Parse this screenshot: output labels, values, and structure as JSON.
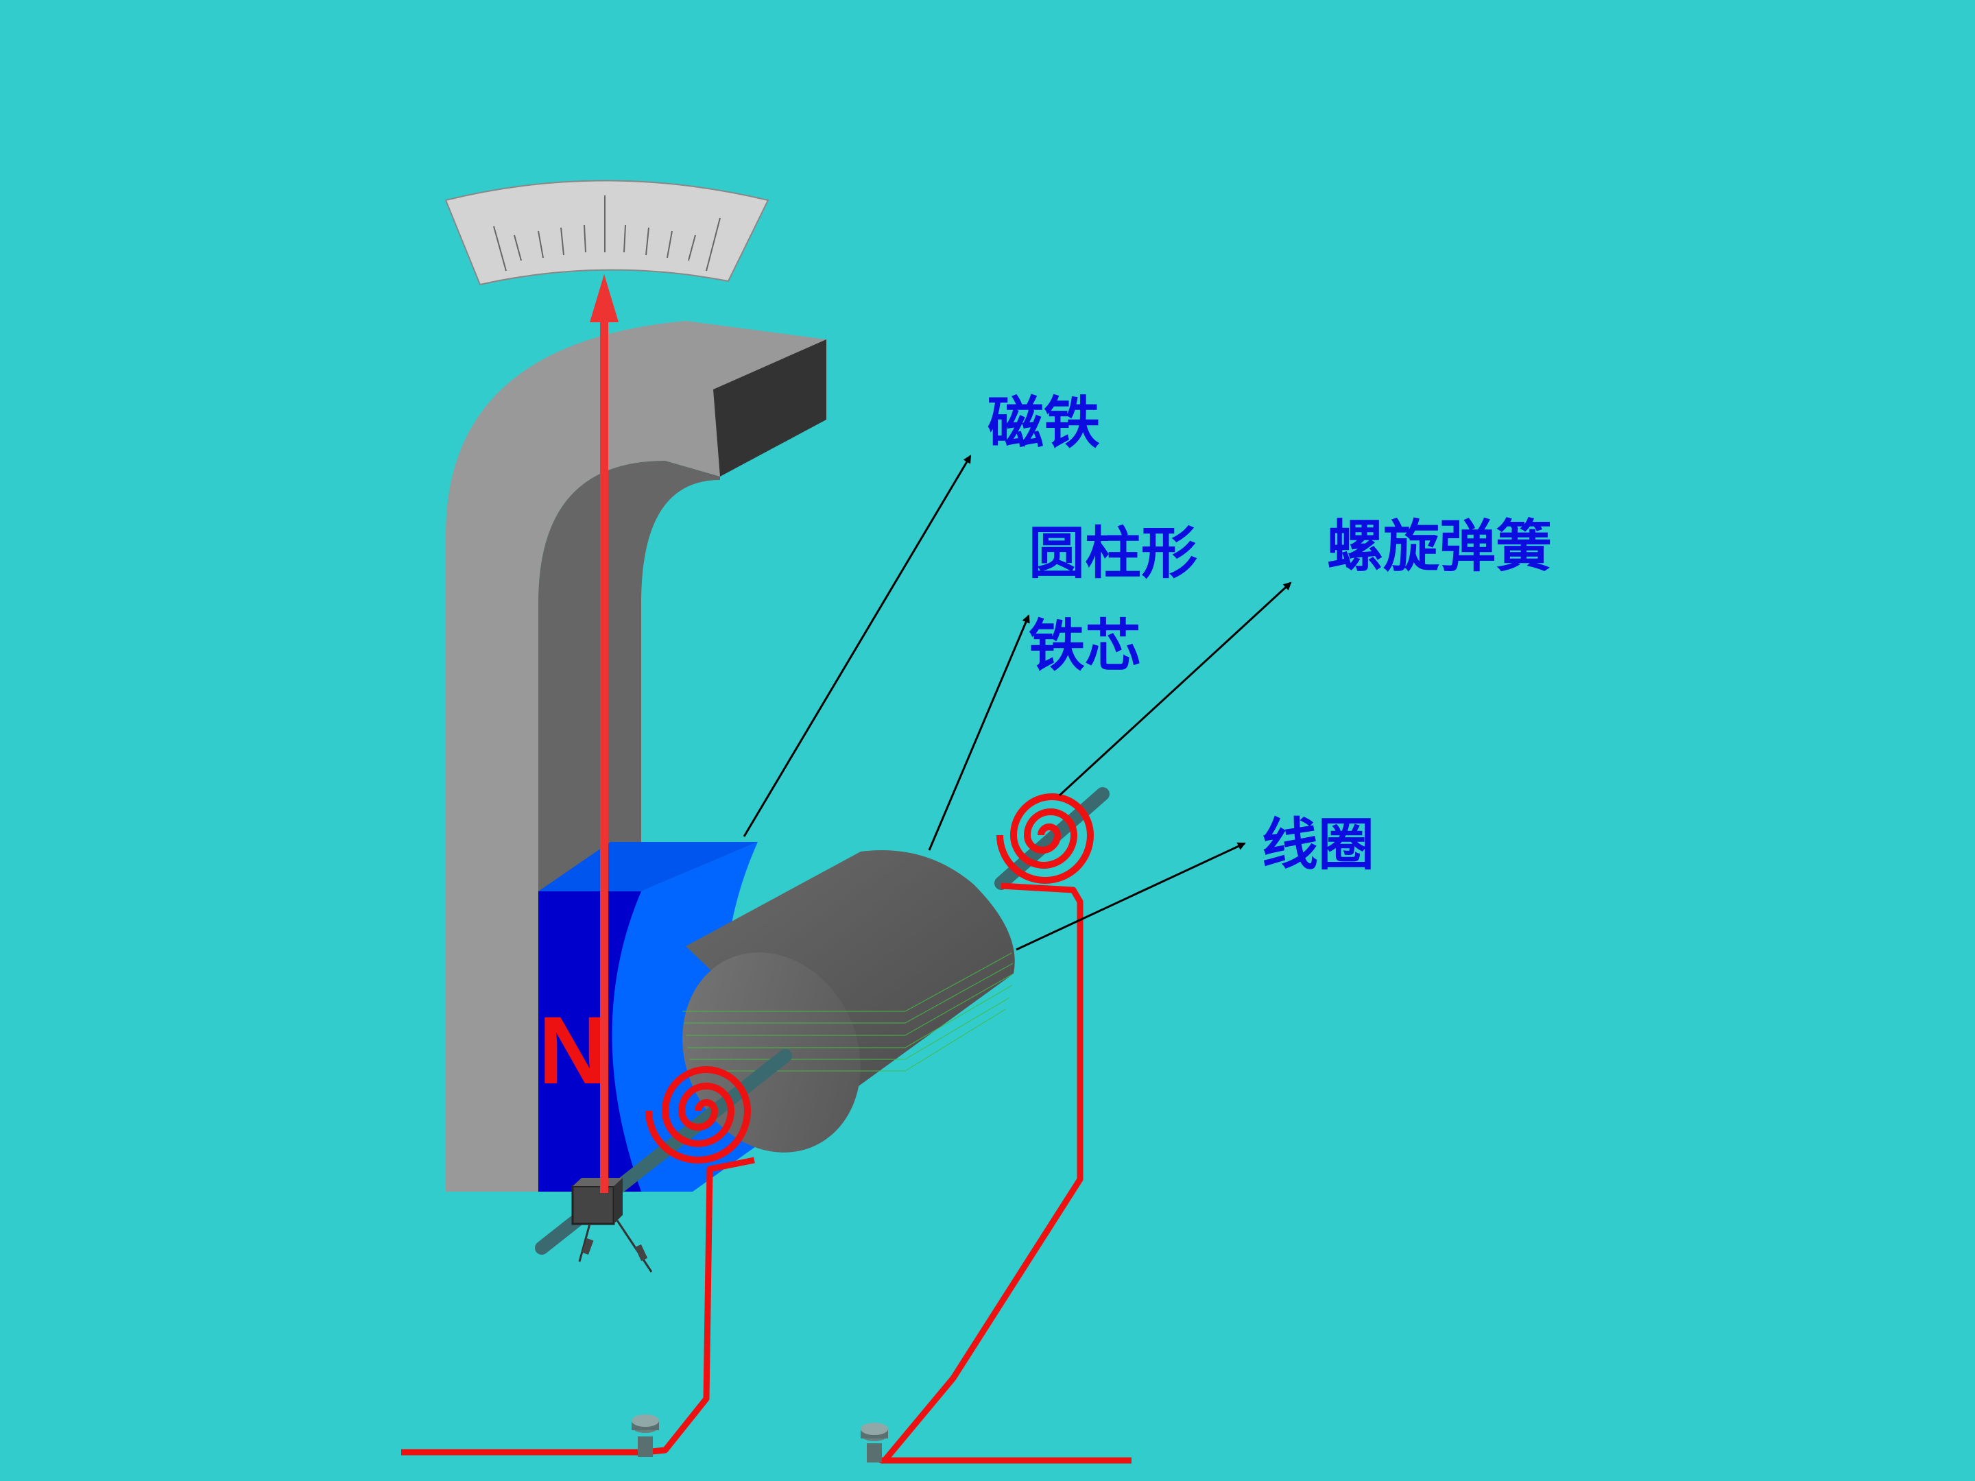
{
  "labels": {
    "magnet": "磁铁",
    "core_line1": "圆柱形",
    "core_line2": "铁芯",
    "spring": "螺旋弹簧",
    "coil": "线圈"
  },
  "pole_label": "N",
  "colors": {
    "background": "#33CCCC",
    "label_text": "#0D0DE0",
    "wire": "#EE1111",
    "pointer": "#EE3333",
    "magnet_front": "#0000CC",
    "magnet_face": "#0066FF",
    "yoke_light": "#999999",
    "yoke_dark": "#666666",
    "core": "#5A5A5A"
  },
  "icons": [
    "dial-scale",
    "pointer-needle",
    "horseshoe-magnet",
    "iron-core-cylinder",
    "spiral-spring",
    "binding-post"
  ]
}
